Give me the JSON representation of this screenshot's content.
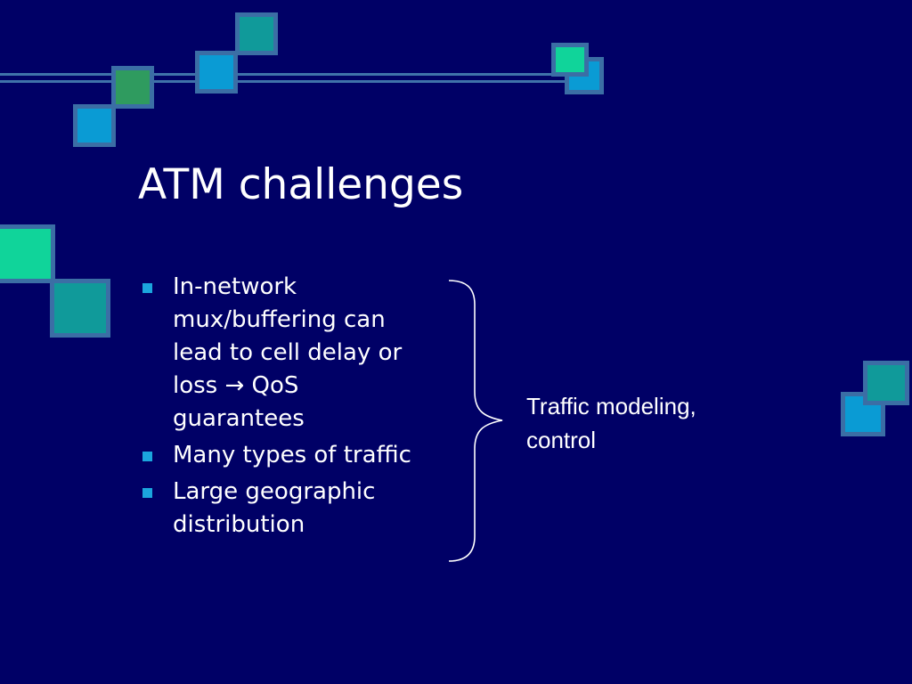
{
  "slide": {
    "title": "ATM challenges",
    "bullets": [
      {
        "text": "In-network\nmux/buffering can\nlead to cell delay or\nloss → QoS\nguarantees"
      },
      {
        "text": "Many types of traffic"
      },
      {
        "text": "Large geographic\ndistribution"
      }
    ],
    "brace_note": "Traffic modeling,\ncontrol"
  },
  "colors": {
    "background": "#000066",
    "text": "#ffffff",
    "bullet": "#1ba6de",
    "square_border": "#3b6ea5",
    "square_teal": "#109a9a",
    "square_blue": "#0a9bd4",
    "square_green": "#2f9b5f",
    "square_mint": "#10d49a"
  },
  "icons": {
    "bullet_marker": "square-bullet-icon",
    "brace": "right-curly-brace-icon"
  }
}
